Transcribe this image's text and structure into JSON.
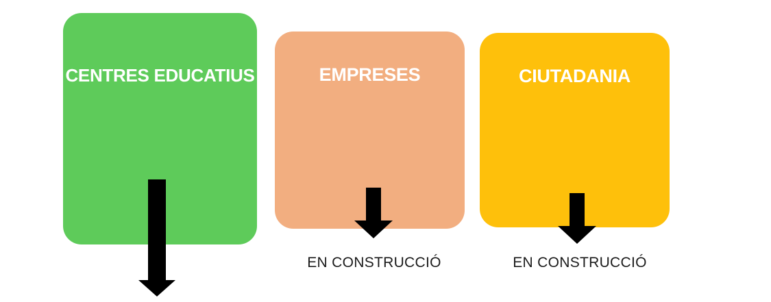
{
  "cards": [
    {
      "label": "CENTRES EDUCATIUS",
      "status": "",
      "color": "#5ECB5A"
    },
    {
      "label": "EMPRESES",
      "status": "EN CONSTRUCCIÓ",
      "color": "#F2AE80"
    },
    {
      "label": "CIUTADANIA",
      "status": "EN CONSTRUCCIÓ",
      "color": "#FEC00B"
    }
  ],
  "icons": {
    "down_arrow_glyph": "↓"
  },
  "colors": {
    "arrow": "#000000",
    "title_text": "#FFFFFF",
    "status_text": "#1A1A1A",
    "background": "#FFFFFF"
  }
}
